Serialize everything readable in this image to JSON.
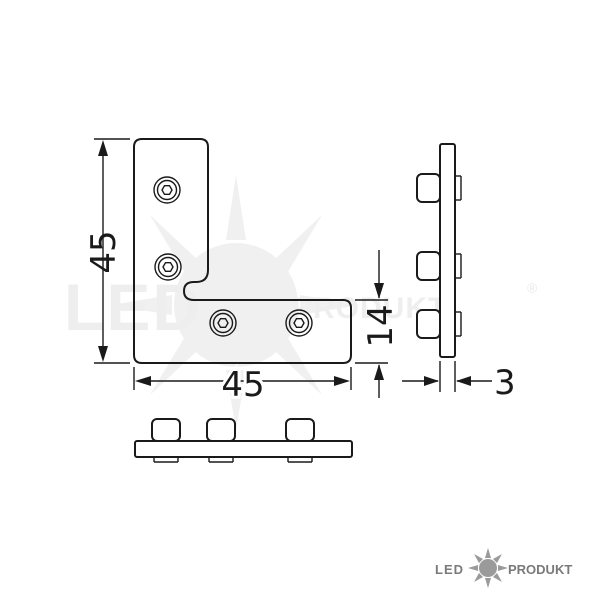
{
  "dimensions": {
    "height": "45",
    "width": "45",
    "leg_width": "14",
    "thickness": "3"
  },
  "watermark": {
    "brand_left": "LED",
    "brand_right": "PRODUKT",
    "registered": "®"
  },
  "logo": {
    "brand_left": "LED",
    "brand_right": "PRODUKT"
  }
}
